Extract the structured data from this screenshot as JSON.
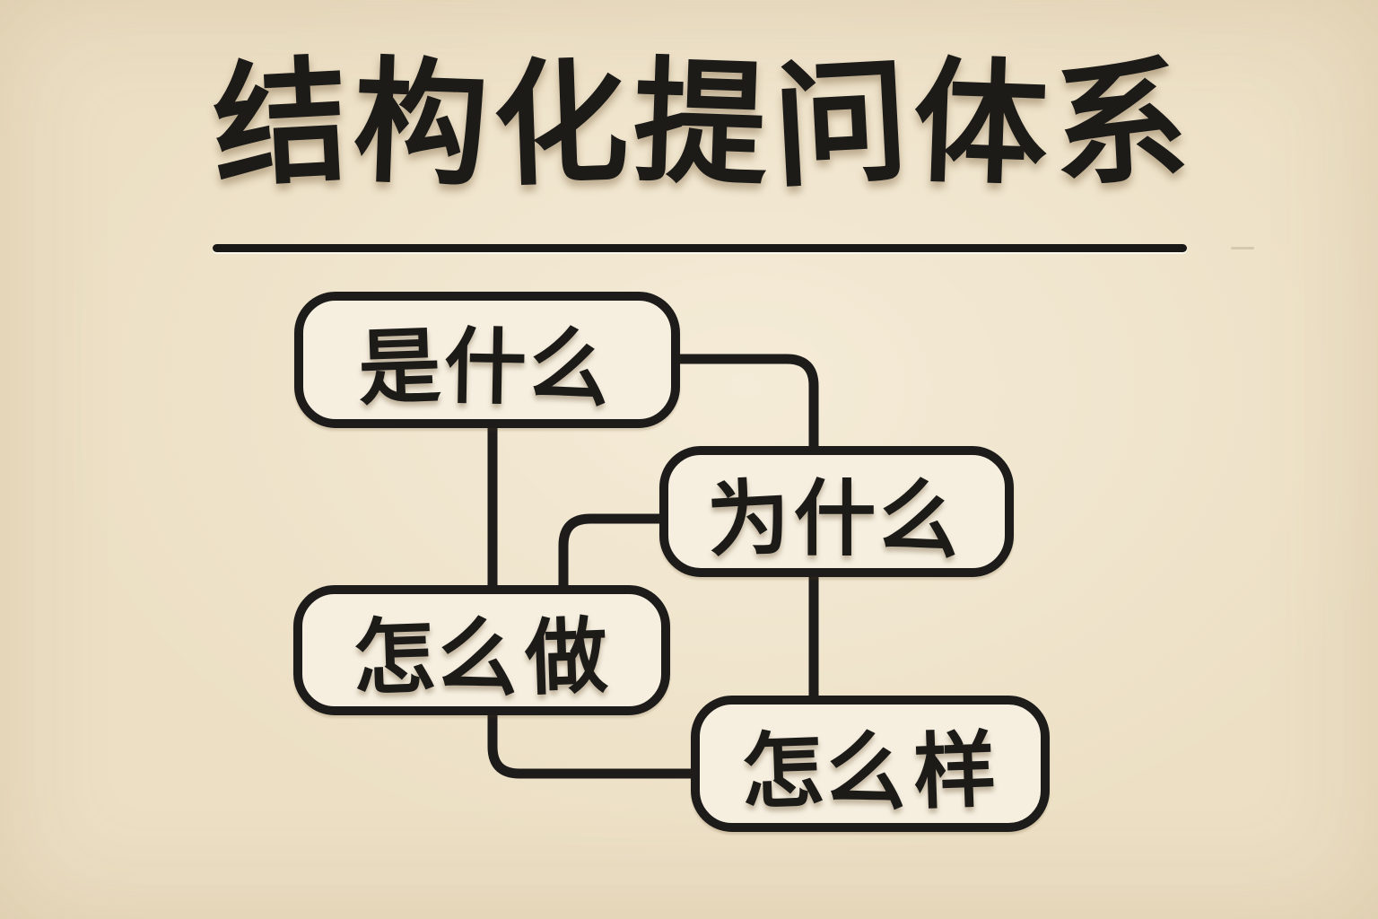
{
  "title": {
    "text": "结构化提问体系"
  },
  "nodes": [
    {
      "id": "shi-shen-me",
      "label": "是什么"
    },
    {
      "id": "wei-shen-me",
      "label": "为什么"
    },
    {
      "id": "zen-me-zuo",
      "label": "怎么做"
    },
    {
      "id": "zen-me-yang",
      "label": "怎么样"
    }
  ],
  "edges": [
    {
      "from": "是什么",
      "to": "为什么"
    },
    {
      "from": "是什么",
      "to": "怎么做"
    },
    {
      "from": "怎么做",
      "to": "为什么"
    },
    {
      "from": "为什么",
      "to": "怎么样"
    },
    {
      "from": "怎么做",
      "to": "怎么样"
    }
  ],
  "colors": {
    "background": "#ecdfc4",
    "node_fill": "#f6efe0",
    "ink": "#1d1c1a"
  }
}
